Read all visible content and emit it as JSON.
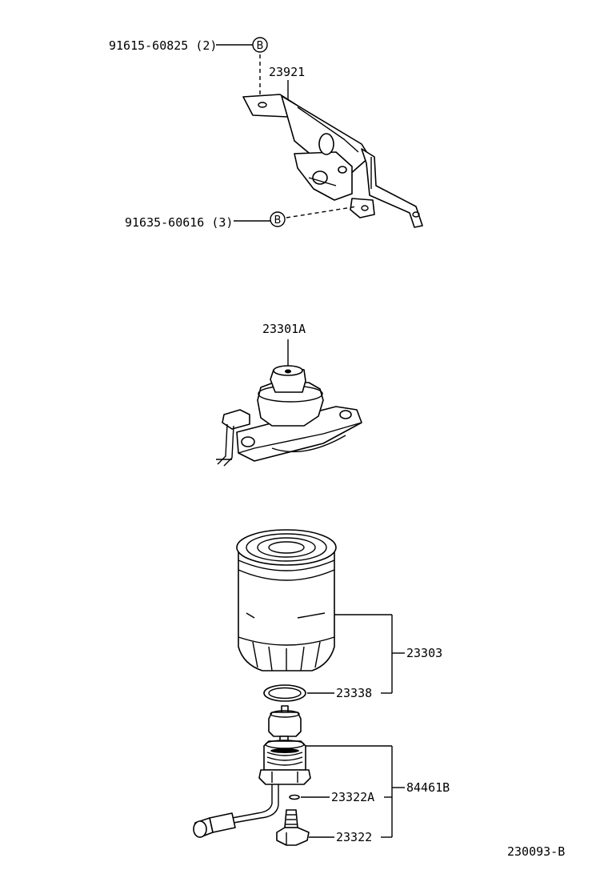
{
  "diagram_id": "230093-B",
  "callout_letter": "B",
  "labels": {
    "bolt_upper": "91615-60825 (2)",
    "bracket": "23921",
    "bolt_lower": "91635-60616 (3)",
    "filter_head": "23301A",
    "filter_element": "23303",
    "o_ring": "23338",
    "sensor_assy": "84461B",
    "small_ring": "23322A",
    "drain_plug": "23322"
  }
}
